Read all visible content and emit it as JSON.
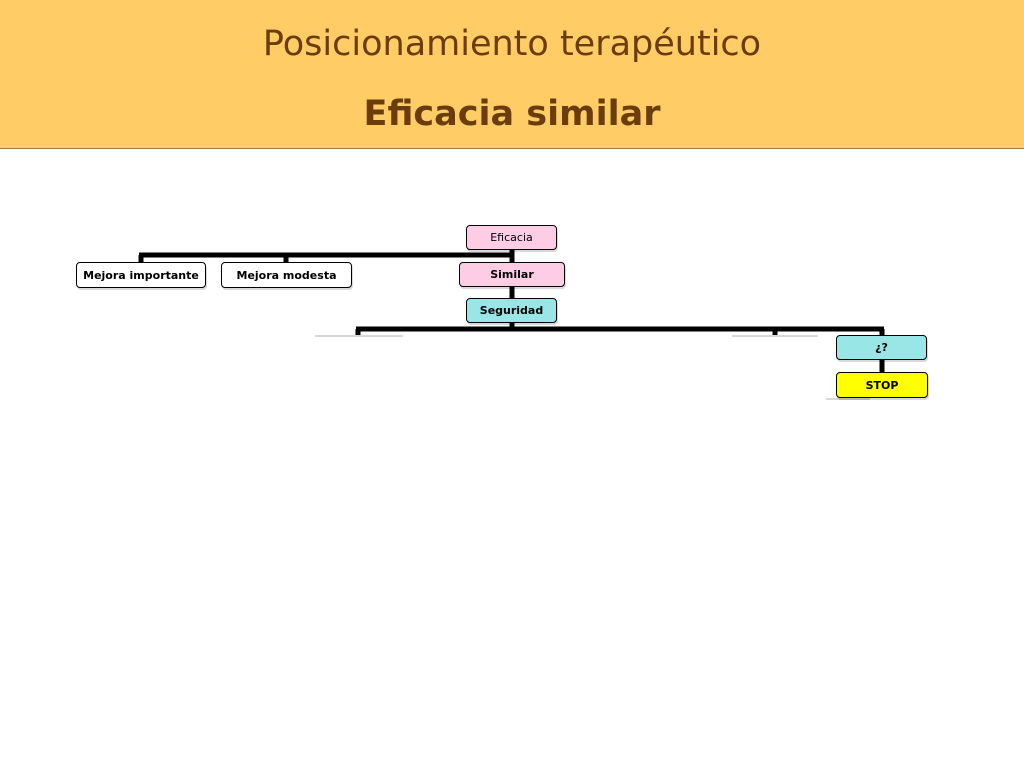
{
  "title": {
    "line1": "Posicionamiento terapéutico",
    "line2": "Eficacia similar"
  },
  "diagram": {
    "root": "Eficacia",
    "level1": {
      "mejora_importante": "Mejora importante",
      "mejora_modesta": "Mejora modesta",
      "similar": "Similar"
    },
    "seguridad": "Seguridad",
    "question": "¿?",
    "stop": "STOP"
  },
  "colors": {
    "banner": "#ffcc66",
    "title_text": "#6b3d0c",
    "node_pink": "#ffcce6",
    "node_cyan": "#99e6e6",
    "node_yellow": "#ffff00"
  }
}
